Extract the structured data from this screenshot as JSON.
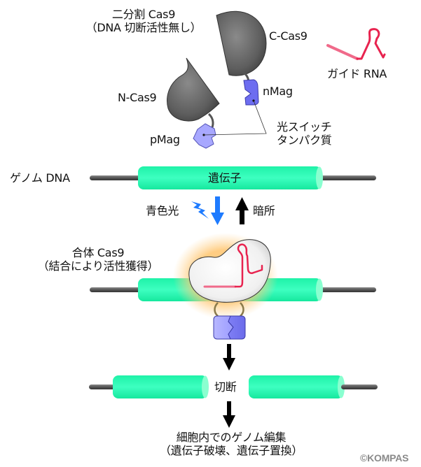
{
  "title_split": {
    "line1": "二分割 Cas9",
    "line2": "（DNA 切断活性無し）"
  },
  "labels": {
    "c_cas9": "C-Cas9",
    "n_cas9": "N-Cas9",
    "nmag": "nMag",
    "pmag": "pMag",
    "photoswitch_line1": "光スイッチ",
    "photoswitch_line2": "タンパク質",
    "guide_rna": "ガイド RNA",
    "genomic_dna": "ゲノム DNA",
    "gene": "遺伝子",
    "blue_light": "青色光",
    "dark": "暗所",
    "combined_line1": "合体 Cas9",
    "combined_line2": "（結合により活性獲得）",
    "cleavage": "切断",
    "result_line1": "細胞内でのゲノム編集",
    "result_line2": "（遺伝子破壊、遺伝子置換）",
    "credit": "©KOMPAS"
  },
  "colors": {
    "gene_cylinder": "#2affb4",
    "dna_strand": "#555555",
    "cas9_gray": "#666666",
    "mag_protein": "#8f8fff",
    "guide_rna": "#e8234f",
    "blue_light": "#1e7bff",
    "glow": "#ffb347"
  }
}
